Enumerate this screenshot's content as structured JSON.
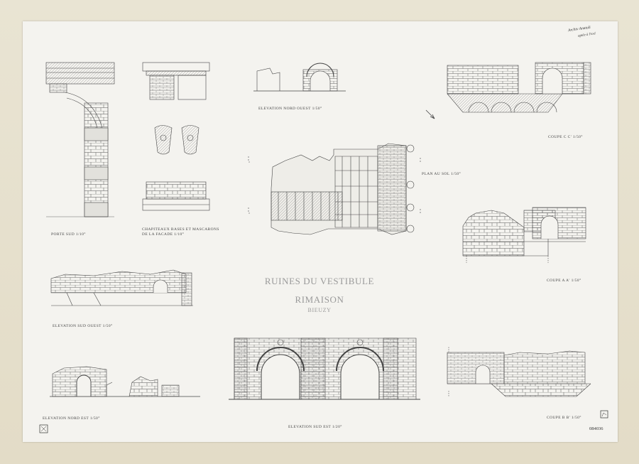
{
  "sheet": {
    "title": "RUINES DU VESTIBULE",
    "subtitle": "RIMAISON",
    "place": "BIEUZY",
    "inventory_number": "084036",
    "handwriting": [
      "Archiv Anatoli",
      "aptée à l'exé"
    ]
  },
  "labels": {
    "porte_sud": "PORTE SUD 1/10°",
    "chapiteaux_1": "CHAPITEAUX BASES ET MASCARONS",
    "chapiteaux_2": "DE LA FACADE 1/10°",
    "elev_nord_ouest": "ELEVATION NORD OUEST  1/50°",
    "plan_au_sol": "PLAN AU SOL 1/50°",
    "coupe_cc": "COUPE C C'  1/50°",
    "coupe_aa": "COUPE A A'  1/50°",
    "elev_sud_ouest": "ELEVATION SUD OUEST  1/50°",
    "elev_nord_est": "ELEVATION NORD EST  1/50°",
    "elev_sud_est": "ELEVATION SUD EST  1/20°",
    "coupe_bb": "COUPE B B'  1/50°"
  }
}
